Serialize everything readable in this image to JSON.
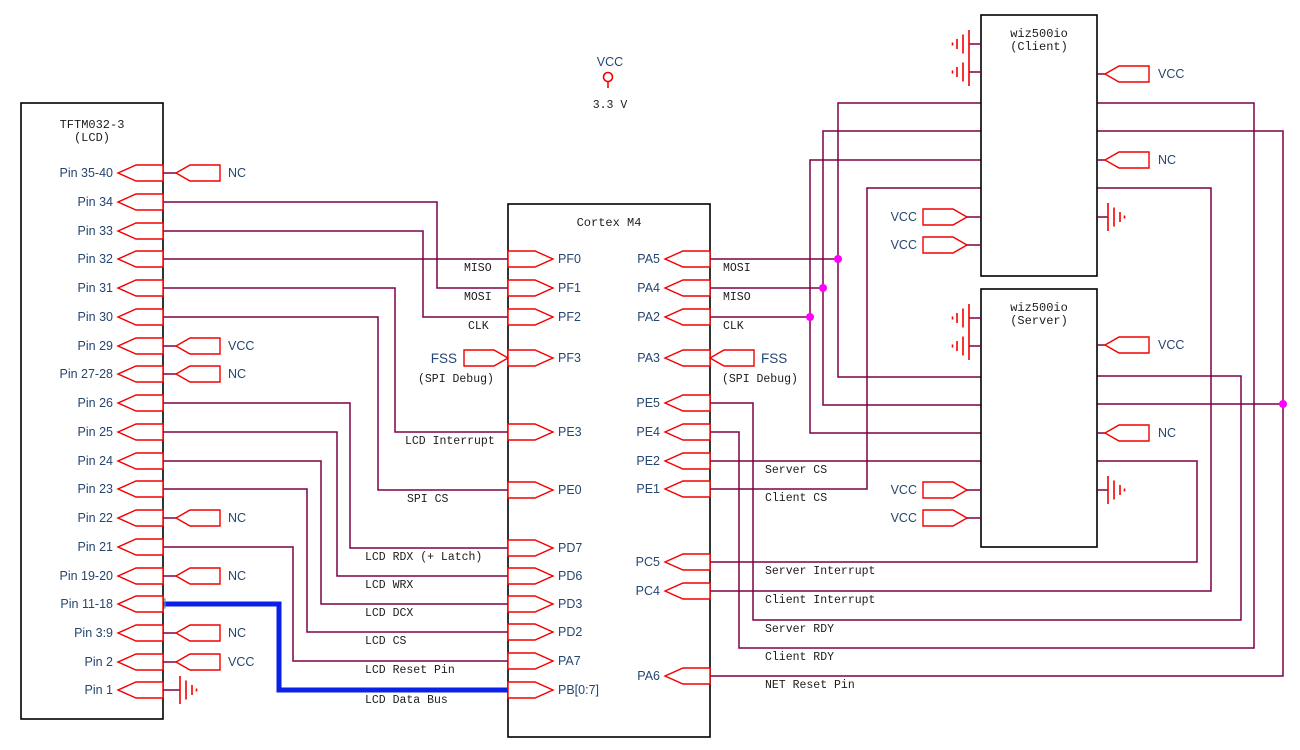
{
  "colors": {
    "wire": "#7d0047",
    "bus": "#0a1fe8",
    "connector_red": "#f40000",
    "junction": "#ff00ff",
    "pin_text": "#26466F",
    "net_text": "#1c1c1c"
  },
  "power": {
    "label": "VCC",
    "voltage": "3.3 V"
  },
  "flags": {
    "nc": "NC",
    "vcc": "VCC",
    "fss": "FSS",
    "spi_debug": "(SPI Debug)"
  },
  "lcd": {
    "title1": "TFTM032-3",
    "title2": "(LCD)",
    "pins": [
      "Pin 35-40",
      "Pin 34",
      "Pin 33",
      "Pin 32",
      "Pin 31",
      "Pin 30",
      "Pin 29",
      "Pin 27-28",
      "Pin 26",
      "Pin 25",
      "Pin 24",
      "Pin 23",
      "Pin 22",
      "Pin 21",
      "Pin 19-20",
      "Pin 11-18",
      "Pin 3:9",
      "Pin 2",
      "Pin 1"
    ]
  },
  "cortex": {
    "title": "Cortex M4",
    "left_pins": [
      "PF0",
      "PF1",
      "PF2",
      "PF3",
      "PE3",
      "PE0",
      "PD7",
      "PD6",
      "PD3",
      "PD2",
      "PA7",
      "PB[0:7]"
    ],
    "right_pins": [
      "PA5",
      "PA4",
      "PA2",
      "PA3",
      "PE5",
      "PE4",
      "PE2",
      "PE1",
      "PC5",
      "PC4",
      "PA6"
    ]
  },
  "client": {
    "title1": "wiz500io",
    "title2": "(Client)"
  },
  "server": {
    "title1": "wiz500io",
    "title2": "(Server)"
  },
  "nets": {
    "miso": "MISO",
    "mosi": "MOSI",
    "clk": "CLK",
    "lcd_interrupt": "LCD Interrupt",
    "spi_cs": "SPI CS",
    "lcd_rdx": "LCD RDX (+ Latch)",
    "lcd_wrx": "LCD WRX",
    "lcd_dcx": "LCD DCX",
    "lcd_cs": "LCD CS",
    "lcd_reset": "LCD Reset Pin",
    "lcd_data_bus": "LCD Data Bus",
    "server_cs": "Server CS",
    "client_cs": "Client CS",
    "server_interrupt": "Server Interrupt",
    "client_interrupt": "Client Interrupt",
    "server_rdy": "Server RDY",
    "client_rdy": "Client RDY",
    "net_reset": "NET Reset Pin"
  }
}
